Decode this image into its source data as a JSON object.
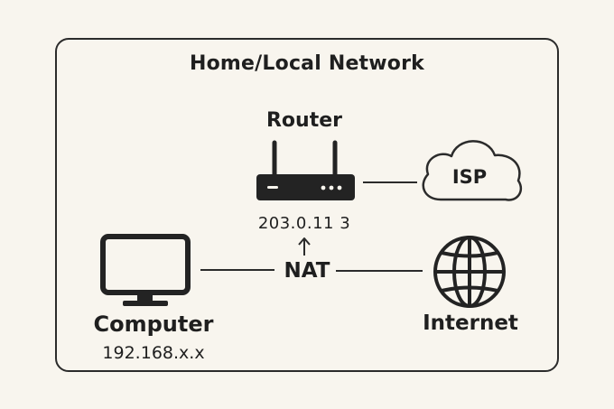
{
  "title": "Home/Local Network",
  "router": {
    "label": "Router",
    "ip": "203.0.11 3",
    "icon": "router-icon"
  },
  "nat": {
    "label": "NAT"
  },
  "isp": {
    "label": "ISP",
    "icon": "cloud-icon"
  },
  "computer": {
    "label": "Computer",
    "ip": "192.168.x.x",
    "icon": "monitor-icon"
  },
  "internet": {
    "label": "Internet",
    "icon": "globe-icon"
  },
  "colors": {
    "background": "#f8f5ee",
    "stroke": "#2b2b2b",
    "router_body": "#232323"
  }
}
